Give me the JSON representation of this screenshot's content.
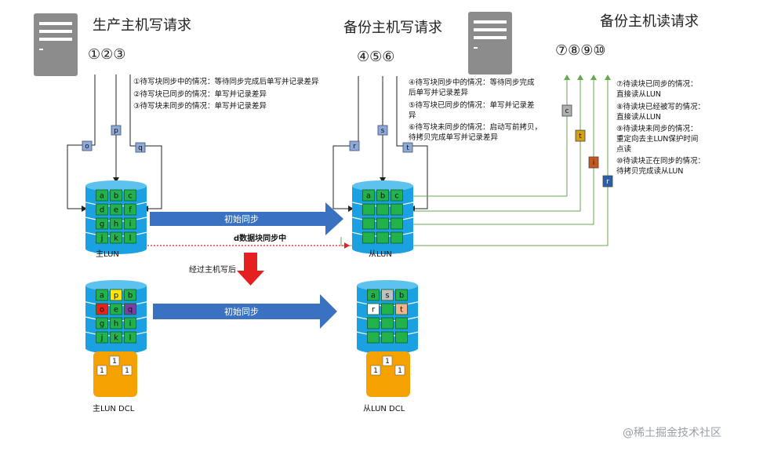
{
  "colors": {
    "server": "#8c8c8c",
    "db_blue": "#1ba1e2",
    "cell_green": "#22b24c",
    "cell_border": "#0d5c28",
    "tag_blue": "#8fa9d6",
    "arrow_blue": "#3a71c1",
    "arrow_red": "#e52020",
    "dcl_orange": "#f5a100",
    "line_green": "#6aa84f",
    "cell_red": "#e8221a",
    "cell_yellow": "#ffe600",
    "cell_purple": "#7b3fa0",
    "cell_gray": "#c0c0c0",
    "cell_white": "#ffffff",
    "cell_peach": "#f4b48c",
    "tag_orange": "#d4a017",
    "tag_red": "#c65a1e",
    "tag_navy": "#2b5faa"
  },
  "titles": {
    "prod_write": "生产主机写请求",
    "backup_write": "备份主机写请求",
    "backup_read": "备份主机读请求"
  },
  "circled": {
    "prod_write": "①②③",
    "backup_write": "④⑤⑥",
    "backup_read": "⑦⑧⑨⑩"
  },
  "notes": {
    "prod": [
      "①待写块同步中的情况：等待同步完成后单写并记录差异",
      "②待写块已同步的情况：单写并记录差异",
      "③待写块未同步的情况：单写并记录差异"
    ],
    "backup_write": [
      "④待写块同步中的情况：等待同步完成",
      "后单写并记录差异",
      "⑤待写块已同步的情况：单写并记录差",
      "异",
      "⑥待写块未同步的情况：启动写前拷贝，",
      "待拷贝完成单写并记录差异"
    ],
    "backup_read": [
      "⑦待读块已同步的情况：",
      "直接读从LUN",
      "⑧待读块已经被写的情况：",
      "直接读从LUN",
      "⑨待读块未同步的情况：",
      "重定向去主LUN保护时间",
      "点读",
      "⑩待读块正在同步的情况：",
      "待拷贝完成读从LUN"
    ]
  },
  "tags": {
    "prod": [
      "o",
      "p",
      "q"
    ],
    "backup_write": [
      "r",
      "s",
      "t"
    ],
    "backup_read": [
      "c",
      "t",
      "i",
      "r"
    ]
  },
  "top_main_cells": [
    [
      "a",
      "b",
      "c"
    ],
    [
      "d",
      "e",
      "f"
    ],
    [
      "g",
      "h",
      "i"
    ],
    [
      "j",
      "k",
      "l"
    ]
  ],
  "top_slave_cells": [
    [
      "a",
      "b",
      "c"
    ],
    [
      "",
      "",
      ""
    ],
    [
      "",
      "",
      ""
    ],
    [
      "",
      "",
      ""
    ]
  ],
  "bottom_main_cells": [
    [
      "a",
      "p",
      "b"
    ],
    [
      "o",
      "e",
      "q"
    ],
    [
      "g",
      "h",
      "i"
    ],
    [
      "j",
      "k",
      "l"
    ]
  ],
  "bottom_slave_cells": [
    [
      "a",
      "s",
      "b"
    ],
    [
      "r",
      "",
      "t"
    ],
    [
      "",
      "",
      ""
    ],
    [
      "",
      "",
      ""
    ]
  ],
  "labels": {
    "main_lun": "主LUN",
    "slave_lun": "从LUN",
    "main_dcl": "主LUN DCL",
    "slave_dcl": "从LUN DCL",
    "init_sync_top": "初始同步",
    "init_sync_bottom": "初始同步",
    "d_syncing": "d数据块同步中",
    "after_write": "经过主机写后"
  },
  "dcl_values": {
    "main": [
      "1",
      "1",
      "1"
    ],
    "slave": [
      "1",
      "1",
      "1"
    ]
  },
  "watermark": "@稀土掘金技术社区"
}
